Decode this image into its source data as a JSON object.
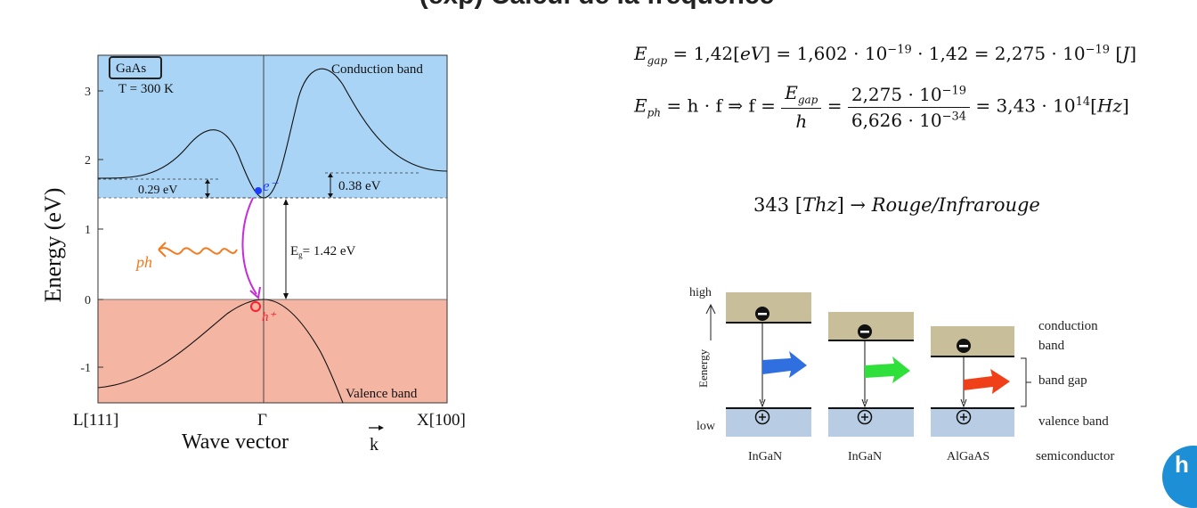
{
  "page_title": "(exp) Calcul de la fréquence",
  "band_chart": {
    "material_label": "GaAs",
    "temperature_label": "T = 300 K",
    "conduction_band_label": "Conduction band",
    "valence_band_label": "Valence band",
    "ylabel": "Energy (eV)",
    "xlabel": "Wave vector",
    "k_symbol": "k",
    "x_ticks": [
      "L[111]",
      "Γ",
      "X[100]"
    ],
    "y_ticks": [
      "3",
      "2",
      "1",
      "0",
      "-1"
    ],
    "offset_L": "0.29 eV",
    "offset_X": "0.38 eV",
    "gap_label": "E",
    "gap_sub": "g",
    "gap_value": "= 1.42 eV",
    "electron_label": "e⁻",
    "hole_label": "h⁺",
    "photon_label": "ph",
    "colors": {
      "conduction": "#a9d4f5",
      "valence": "#f5b5a3",
      "electron": "#1a3cff",
      "hole": "#ff1f2f",
      "transition": "#c62bd8",
      "photon": "#f47a1f"
    }
  },
  "equations": {
    "eq1": {
      "lhs": "E",
      "lhs_sub": "gap",
      "text_a": " = 1,42[",
      "ev": "eV",
      "text_b": "] = 1,602 · 10",
      "exp1": "−19",
      "text_c": " · 1,42 = 2,275 · 10",
      "exp2": "−19",
      "text_d": " [",
      "unit": "J",
      "text_e": "]"
    },
    "eq2": {
      "lhs": "E",
      "lhs_sub": "ph",
      "mid": " = h · f ⇒ f = ",
      "frac1_num": "E",
      "frac1_num_sub": "gap",
      "frac1_den": "h",
      "eqs": " = ",
      "frac2_num": "2,275 · 10",
      "frac2_num_exp": "−19",
      "frac2_den": "6,626 · 10",
      "frac2_den_exp": "−34",
      "result": " = 3,43 · 10",
      "result_exp": "14",
      "result_unit_open": "[",
      "result_unit": "Hz",
      "result_unit_close": "]"
    },
    "eq3": {
      "value": "343 [",
      "unit": "Thz",
      "arrow": "] → ",
      "colour": "Rouge/Infrarouge"
    }
  },
  "led_diagram": {
    "high_label": "high",
    "low_label": "low",
    "axis_label": "Eenergy",
    "conduction_label_1": "conduction",
    "conduction_label_2": "band",
    "band_gap_label": "band gap",
    "valence_label": "valence band",
    "semiconductor_label": "semiconductor",
    "materials": [
      "InGaN",
      "InGaN",
      "AlGaAS"
    ],
    "arrow_colors": [
      "#2f6fe0",
      "#2fe03a",
      "#f0401a"
    ],
    "conduction_color": "#c8bf9a",
    "valence_color": "#b8cde3"
  },
  "logo_letter": "h"
}
